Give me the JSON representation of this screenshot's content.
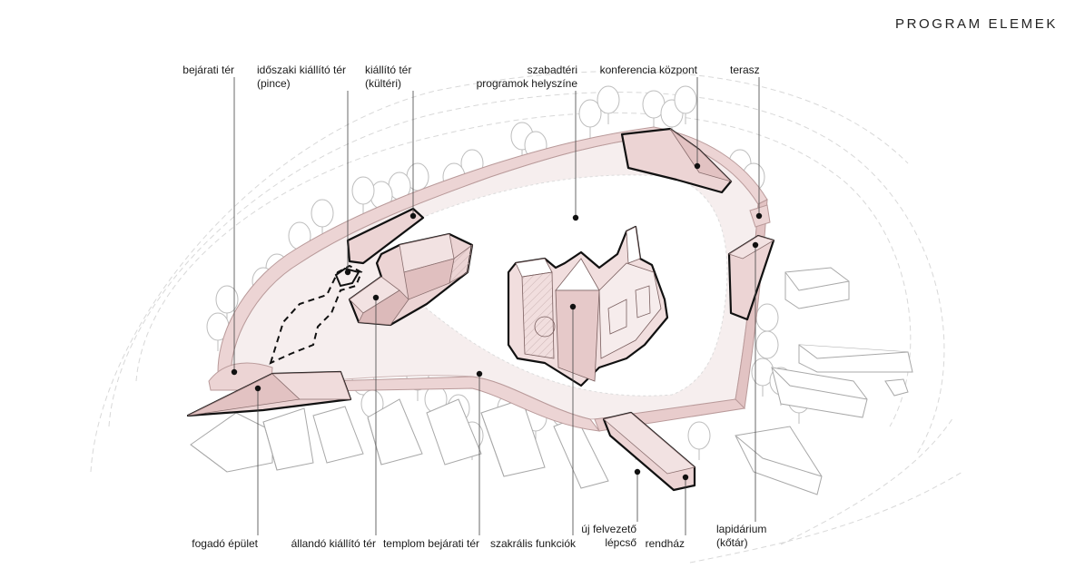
{
  "title": "PROGRAM ELEMEK",
  "labels": {
    "bejarati_ter": {
      "lines": [
        "bejárati tér"
      ]
    },
    "idoszaki": {
      "lines": [
        "időszaki kiállító tér",
        "(pince)"
      ]
    },
    "kiallito_kulteri": {
      "lines": [
        "kiállító tér",
        "(kültéri)"
      ]
    },
    "szabadteri": {
      "lines": [
        "szabadtéri",
        "programok helyszíne"
      ]
    },
    "konferencia": {
      "lines": [
        "konferencia központ"
      ]
    },
    "terasz": {
      "lines": [
        "terasz"
      ]
    },
    "fogado": {
      "lines": [
        "fogadó épület"
      ]
    },
    "allando": {
      "lines": [
        "állandó kiállító tér"
      ]
    },
    "templom_bejarati": {
      "lines": [
        "templom bejárati tér"
      ]
    },
    "szakralis": {
      "lines": [
        "szakrális funkciók"
      ]
    },
    "uj_felvezeto": {
      "lines": [
        "új felvezető",
        "lépcső"
      ]
    },
    "rendhaz": {
      "lines": [
        "rendház"
      ]
    },
    "lapidarium": {
      "lines": [
        "lapidárium",
        "(kőtár)"
      ]
    }
  },
  "colors": {
    "fill": "#ecd4d4",
    "fill_light": "#f3e6e6",
    "outline": "#111111",
    "context": "#bdbdbd",
    "leader": "#333333"
  }
}
